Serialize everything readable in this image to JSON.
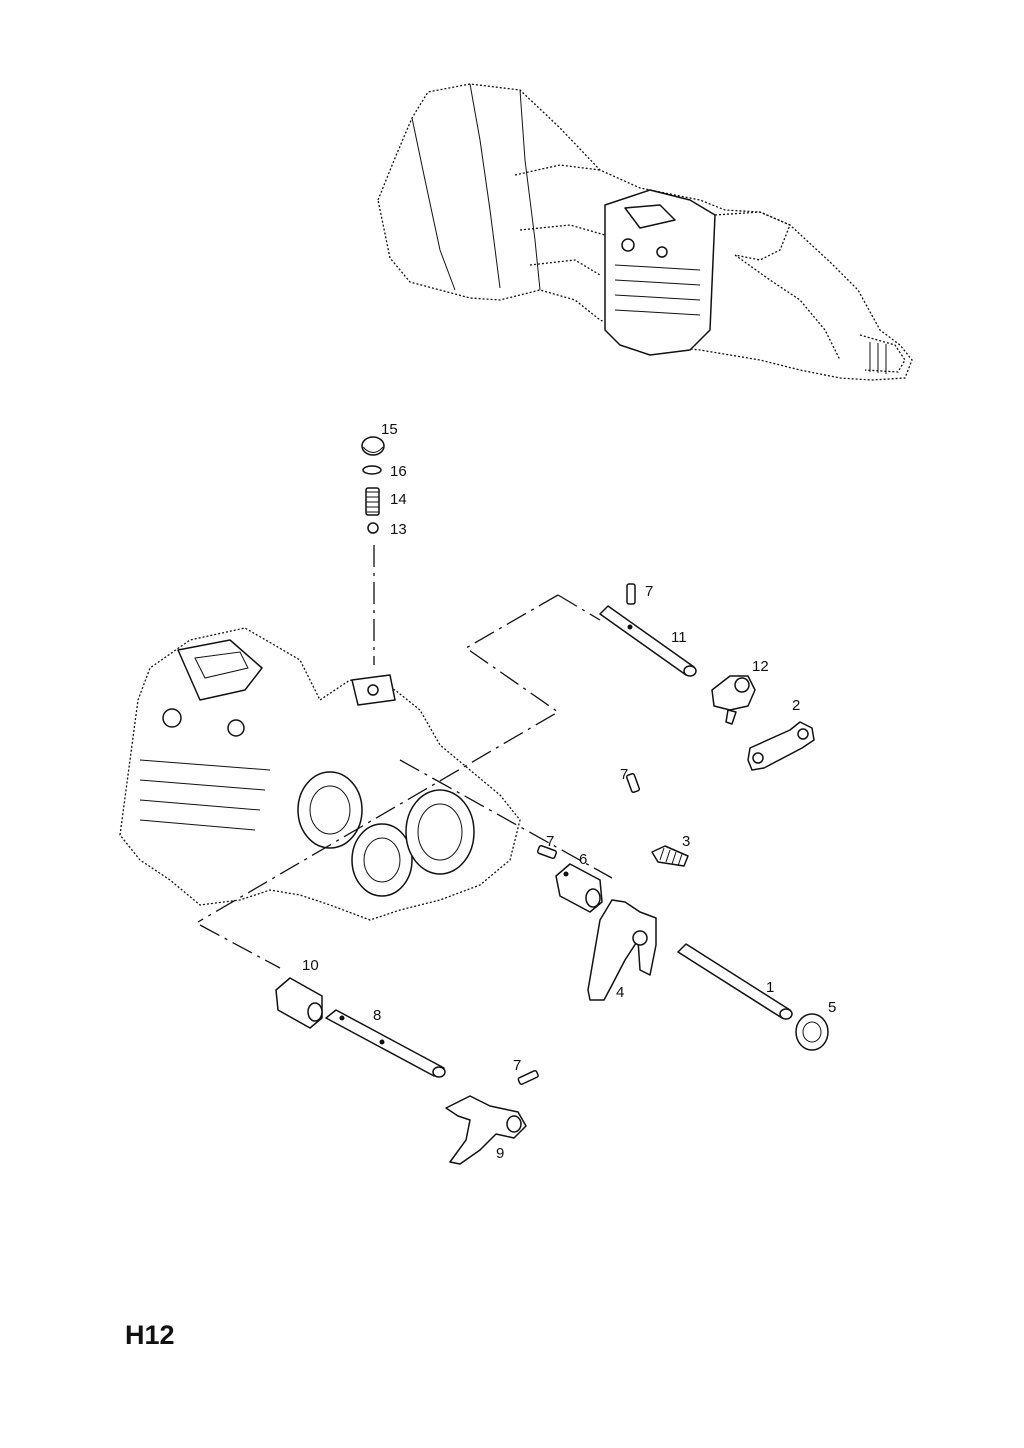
{
  "page_code": "H12",
  "callouts": {
    "c1": "1",
    "c2": "2",
    "c3": "3",
    "c4": "4",
    "c5": "5",
    "c6": "6",
    "c7a": "7",
    "c7b": "7",
    "c7c": "7",
    "c7d": "7",
    "c8": "8",
    "c9": "9",
    "c10": "10",
    "c11": "11",
    "c12": "12",
    "c13": "13",
    "c14": "14",
    "c15": "15",
    "c16": "16"
  }
}
